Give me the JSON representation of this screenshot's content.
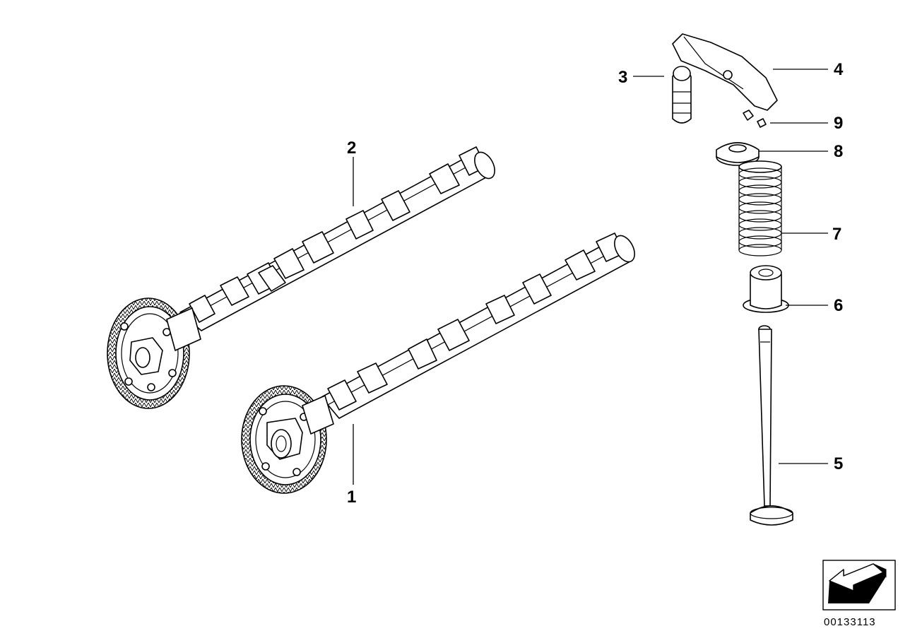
{
  "callouts": [
    {
      "id": "1",
      "label": "1"
    },
    {
      "id": "2",
      "label": "2"
    },
    {
      "id": "3",
      "label": "3"
    },
    {
      "id": "4",
      "label": "4"
    },
    {
      "id": "5",
      "label": "5"
    },
    {
      "id": "6",
      "label": "6"
    },
    {
      "id": "7",
      "label": "7"
    },
    {
      "id": "8",
      "label": "8"
    },
    {
      "id": "9",
      "label": "9"
    }
  ],
  "diagram_code": "00133113",
  "icons": {
    "orientation": "orientation-arrow-icon"
  }
}
